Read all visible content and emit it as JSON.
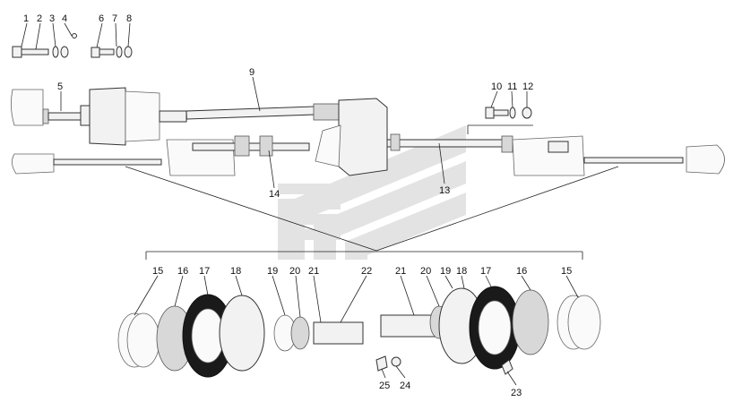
{
  "diagram": {
    "callouts": [
      {
        "id": "c1",
        "text": "1"
      },
      {
        "id": "c2",
        "text": "2"
      },
      {
        "id": "c3",
        "text": "3"
      },
      {
        "id": "c4",
        "text": "4"
      },
      {
        "id": "c5",
        "text": "5"
      },
      {
        "id": "c6",
        "text": "6"
      },
      {
        "id": "c7",
        "text": "7"
      },
      {
        "id": "c8",
        "text": "8"
      },
      {
        "id": "c9",
        "text": "9"
      },
      {
        "id": "c10",
        "text": "10"
      },
      {
        "id": "c11",
        "text": "11"
      },
      {
        "id": "c12",
        "text": "12"
      },
      {
        "id": "c13",
        "text": "13"
      },
      {
        "id": "c14",
        "text": "14"
      },
      {
        "id": "c15a",
        "text": "15"
      },
      {
        "id": "c16a",
        "text": "16"
      },
      {
        "id": "c17a",
        "text": "17"
      },
      {
        "id": "c18a",
        "text": "18"
      },
      {
        "id": "c19a",
        "text": "19"
      },
      {
        "id": "c20a",
        "text": "20"
      },
      {
        "id": "c21a",
        "text": "21"
      },
      {
        "id": "c22",
        "text": "22"
      },
      {
        "id": "c21b",
        "text": "21"
      },
      {
        "id": "c20b",
        "text": "20"
      },
      {
        "id": "c19b",
        "text": "19"
      },
      {
        "id": "c18b",
        "text": "18"
      },
      {
        "id": "c17b",
        "text": "17"
      },
      {
        "id": "c16b",
        "text": "16"
      },
      {
        "id": "c15b",
        "text": "15"
      },
      {
        "id": "c23",
        "text": "23"
      },
      {
        "id": "c24",
        "text": "24"
      },
      {
        "id": "c25",
        "text": "25"
      }
    ]
  }
}
